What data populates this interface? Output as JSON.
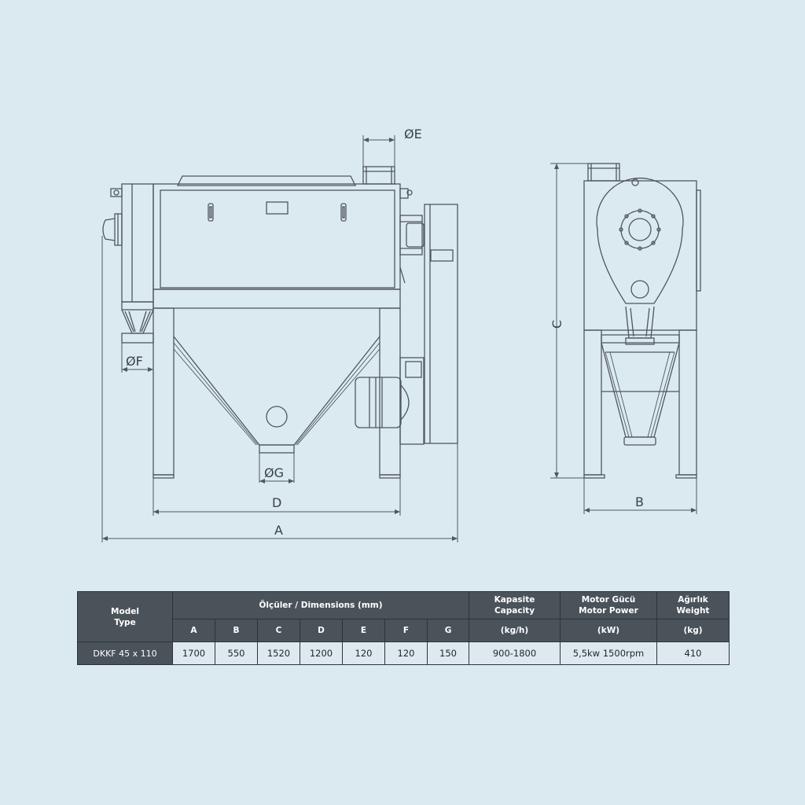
{
  "labels": {
    "phi_e": "ØE",
    "phi_f": "ØF",
    "phi_g": "ØG",
    "a": "A",
    "b": "B",
    "c": "C",
    "d": "D"
  },
  "table": {
    "model_header": [
      "Model",
      "Type"
    ],
    "dimensions_header": "Ölçüler / Dimensions (mm)",
    "dimension_columns": [
      "A",
      "B",
      "C",
      "D",
      "E",
      "F",
      "G"
    ],
    "capacity_header": [
      "Kapasite",
      "Capacity"
    ],
    "capacity_unit": "(kg/h)",
    "motor_header": [
      "Motor Gücü",
      "Motor Power"
    ],
    "motor_unit": "(kW)",
    "weight_header": [
      "Ağırlık",
      "Weight"
    ],
    "weight_unit": "(kg)",
    "row": {
      "model": "DKKF 45 x 110",
      "dimensions": [
        "1700",
        "550",
        "1520",
        "1200",
        "120",
        "120",
        "150"
      ],
      "capacity": "900-1800",
      "motor": "5,5kw 1500rpm",
      "weight": "410"
    }
  },
  "colors": {
    "background": "#dbeaf1",
    "line": "#50565c",
    "header_bg": "#4a525a",
    "header_text": "#ffffff",
    "cell_bg": "#dde9ef"
  }
}
